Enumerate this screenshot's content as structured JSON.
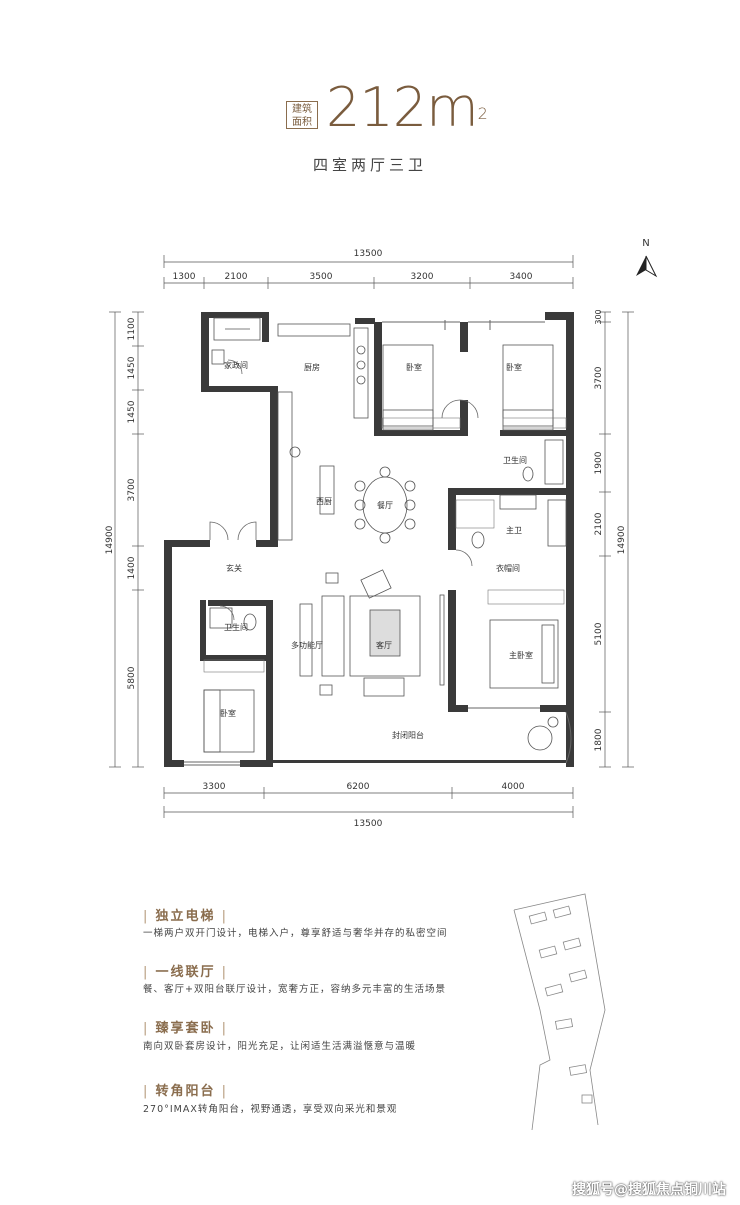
{
  "header": {
    "badge_line1": "建筑",
    "badge_line2": "面积",
    "area_value": "212m",
    "area_unit_sup": "2",
    "layout_type": "四室两厅三卫"
  },
  "compass": {
    "label": "N"
  },
  "dimensions": {
    "top_total": "13500",
    "top_segments": [
      "1300",
      "2100",
      "3500",
      "3200",
      "3400"
    ],
    "bottom_segments": [
      "3300",
      "6200",
      "4000"
    ],
    "bottom_total": "13500",
    "left_total": "14900",
    "left_segments": [
      "1100",
      "1450",
      "1450",
      "3700",
      "1400",
      "5800"
    ],
    "right_total": "14900",
    "right_segments": [
      "300",
      "3700",
      "1900",
      "2100",
      "5100",
      "1800"
    ]
  },
  "rooms": {
    "housekeeping": "家政间",
    "kitchen": "厨房",
    "bedroom_1": "卧室",
    "bedroom_2": "卧室",
    "bathroom_1": "卫生间",
    "western_kitchen": "西厨",
    "dining": "餐厅",
    "master_bath": "主卫",
    "foyer": "玄关",
    "walk_in_closet": "衣帽间",
    "bathroom_2": "卫生间",
    "multi_hall": "多功能厅",
    "living": "客厅",
    "master_bedroom": "主卧室",
    "bedroom_3": "卧室",
    "balcony": "封闭阳台"
  },
  "features": [
    {
      "title": "独立电梯",
      "desc": "一梯两户双开门设计，电梯入户，尊享舒适与奢华并存的私密空间"
    },
    {
      "title": "一线联厅",
      "desc": "餐、客厅+双阳台联厅设计，宽奢方正，容纳多元丰富的生活场景"
    },
    {
      "title": "臻享套卧",
      "desc": "南向双卧套房设计，阳光充足，让闲适生活满溢惬意与温暖"
    },
    {
      "title": "转角阳台",
      "desc": "270°IMAX转角阳台，视野通透，享受双向采光和景观"
    }
  ],
  "watermark": "搜狐号@搜狐焦点铜川站",
  "colors": {
    "accent": "#8a6d4e",
    "wall": "#3a3a3a",
    "dim_line": "#555555"
  }
}
